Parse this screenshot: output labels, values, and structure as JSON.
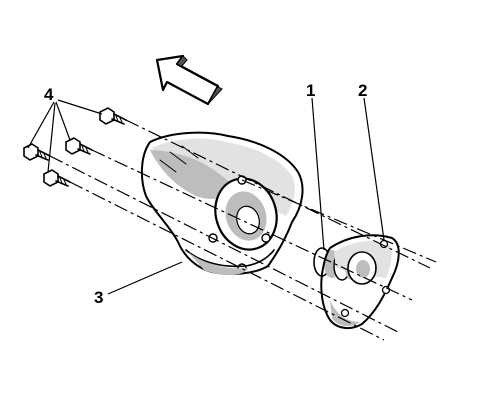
{
  "callouts": {
    "c1": "1",
    "c2": "2",
    "c3": "3",
    "c4": "4"
  },
  "icons": {
    "direction_arrow": "hollow-arrow-pointing-up-left"
  },
  "colors": {
    "ink": "#000000",
    "shade": "#bdbdbd",
    "background": "#ffffff"
  }
}
